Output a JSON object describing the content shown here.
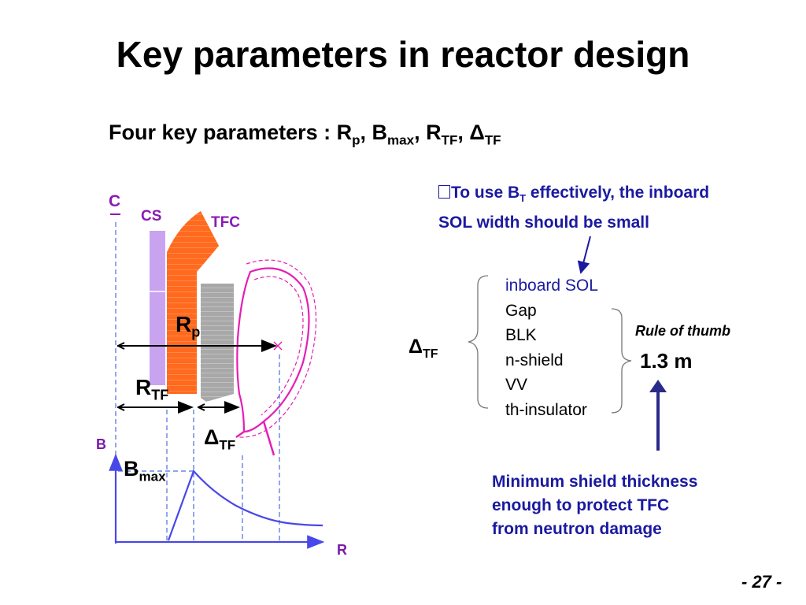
{
  "title": "Key parameters in reactor design",
  "subtitle": {
    "prefix": "Four key parameters : R",
    "rp_sub": "p",
    "sep1": ", B",
    "bmax_sub": "max",
    "sep2": ", R",
    "rtf_sub": "TF",
    "sep3": ", ",
    "delta": "Δ",
    "dtf_sub": "TF"
  },
  "note": {
    "line1_a": "To use B",
    "line1_sub": "T",
    "line1_b": " effectively, the inboard",
    "line2": "SOL width should be small"
  },
  "layers": [
    "inboard SOL",
    "Gap",
    "BLK",
    "n-shield",
    "VV",
    "th-insulator"
  ],
  "rule_of_thumb": "Rule of thumb",
  "rule_value": "1.3 m",
  "min_shield": {
    "line1": "Minimum shield thickness",
    "line2": "enough to protect TFC",
    "line3": "from neutron damage"
  },
  "diagram": {
    "cl_label": "C",
    "cs_label": "CS",
    "tfc_label": "TFC",
    "rp": {
      "main": "R",
      "sub": "p"
    },
    "rtf": {
      "main": "R",
      "sub": "TF"
    },
    "dtf": {
      "main": "Δ",
      "sub": "TF"
    },
    "dtf_brace": {
      "main": "Δ",
      "sub": "TF"
    },
    "bmax": {
      "main": "B",
      "sub": "max"
    },
    "b_axis": "B",
    "r_axis": "R"
  },
  "page_number": "- 27 -",
  "colors": {
    "cs": "#c9a3f0",
    "tfc": "#ff6a1f",
    "shield": "#a8a8a8",
    "plasma": "#e61eb4",
    "blue_text": "#1a1aa0",
    "purple_label": "#8a1ab5",
    "arrow": "#2a2a8a",
    "bfield": "#4848e8"
  }
}
